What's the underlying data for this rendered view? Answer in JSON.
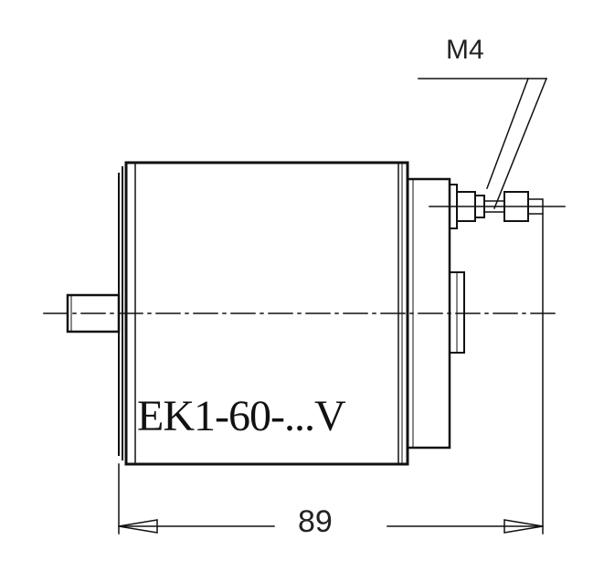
{
  "drawing": {
    "model_label": "EK1-60-...V",
    "thread_label": "M4",
    "dimension_value": "89"
  },
  "colors": {
    "stroke": "#111111",
    "background": "#ffffff"
  }
}
